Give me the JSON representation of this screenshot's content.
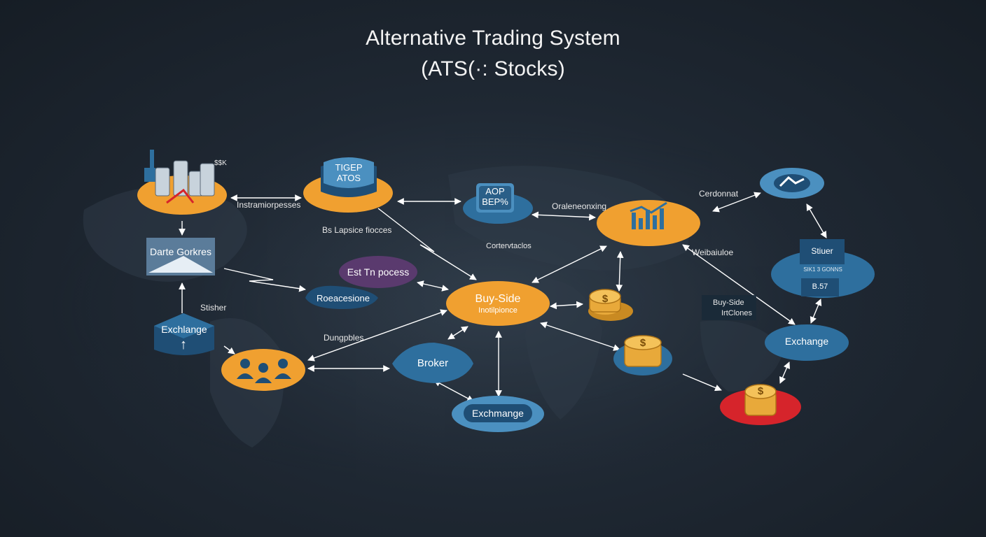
{
  "title": {
    "line1": "Alternative Trading System",
    "line2": "(ATS(·: Stocks)"
  },
  "nodes": {
    "top_left_tag": "$$K",
    "ats_box": {
      "line1": "TIGEP",
      "line2": "ATOS"
    },
    "aop_box": {
      "line1": "AOP",
      "line2": "BEP%"
    },
    "darte_gorkres": "Darte Gorkres",
    "est_inprocess": "Est Tn pocess",
    "reocessione": "Roeacesione",
    "buy_side_center": {
      "line1": "Buy-Side",
      "line2": "Inotilpionce"
    },
    "exchange_left": "Exchlange",
    "broker": "Broker",
    "exchange_bottom": "Exchmange",
    "stier_box": {
      "line1": "Stiuer",
      "line2": "SIK1 3 GONNS",
      "line3": "B.57"
    },
    "exchange_right": "Exchange"
  },
  "labels": {
    "instrumentpesses": "Instramiorpesses",
    "bs_lapsice": "Bs Lapsice fiocces",
    "cortenstacles": "Cortervtaclos",
    "oralenserxing": "Oraleneonxing",
    "cerdonnat": "Cerdonnat",
    "webtubdule": "Weibaiuloe",
    "stisher": "Stisher",
    "dungpbles": "Dungpbles",
    "buy_side_right": "Buy-Side",
    "inoclones": "IrtClones"
  },
  "colors": {
    "orange": "#f0a030",
    "blue": "#2e6f9e",
    "dark_blue": "#1f4e75",
    "purple": "#5a3a6e",
    "red": "#d6242b",
    "gold": "#e8a93a"
  }
}
